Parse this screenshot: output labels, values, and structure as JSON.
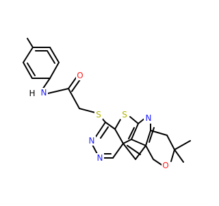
{
  "diagram": {
    "type": "chemical-structure",
    "colors": {
      "bond": "#000000",
      "N": "#1a1aff",
      "O": "#ff1a1a",
      "S": "#b3b300",
      "H": "#000000"
    },
    "atom_labels": {
      "nh": "N",
      "h": "H",
      "carbonyl_o": "O",
      "thioether_s": "S",
      "thiophene_s": "S",
      "pyridine_n": "N",
      "pyrimidine_n1": "N",
      "pyrimidine_n2": "N",
      "pyran_o": "O"
    }
  }
}
